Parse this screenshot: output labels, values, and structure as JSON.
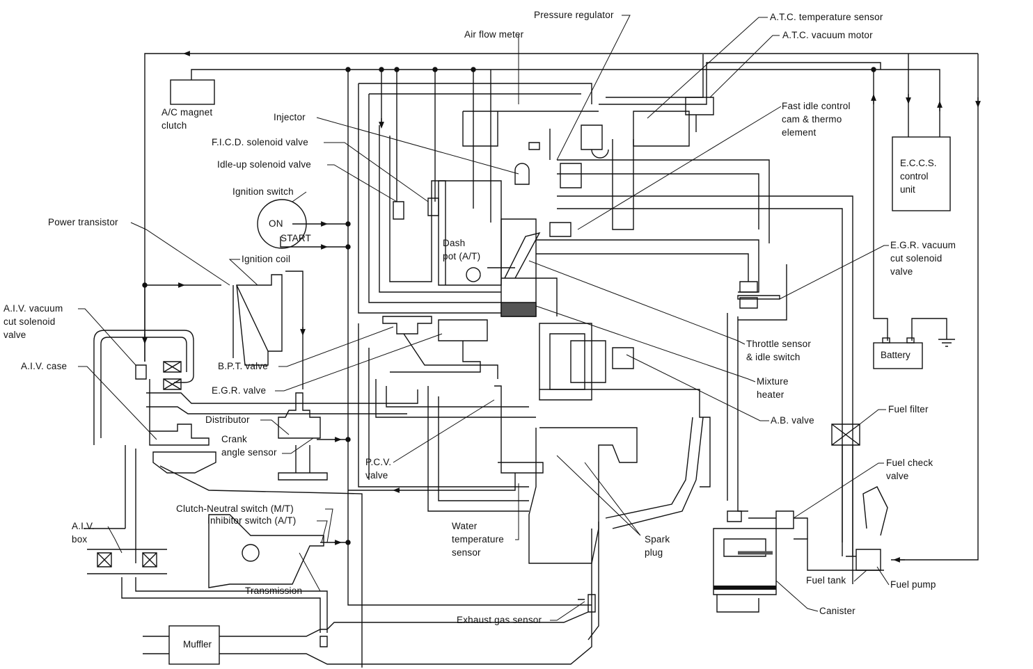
{
  "labels": {
    "pressure_regulator": "Pressure regulator",
    "atc_temperature_sensor": "A.T.C. temperature sensor",
    "atc_vacuum_motor": "A.T.C. vacuum motor",
    "air_flow_meter": "Air flow meter",
    "ac_magnet_clutch": "A/C magnet\nclutch",
    "injector": "Injector",
    "fast_idle_control": "Fast idle control\ncam & thermo\nelement",
    "ficd_solenoid_valve": "F.I.C.D. solenoid valve",
    "idle_up_solenoid_valve": "Idle-up solenoid valve",
    "eccs_control_unit": "E.C.C.S.\ncontrol\nunit",
    "ignition_switch": "Ignition switch",
    "switch_on": "ON",
    "switch_start": "START",
    "power_transistor": "Power transistor",
    "dash_pot": "Dash\npot (A/T)",
    "egr_vacuum_cut_solenoid_valve": "E.G.R. vacuum\ncut solenoid\nvalve",
    "ignition_coil": "Ignition coil",
    "aiv_vacuum_cut_solenoid_valve": "A.I.V. vacuum\ncut solenoid\nvalve",
    "throttle_sensor": "Throttle sensor\n& idle switch",
    "battery": "Battery",
    "aiv_case": "A.I.V. case",
    "bpt_valve": "B.P.T. valve",
    "mixture_heater": "Mixture\nheater",
    "egr_valve": "E.G.R. valve",
    "fuel_filter": "Fuel filter",
    "distributor": "Distributor",
    "ab_valve": "A.B. valve",
    "crank_angle_sensor": "Crank\nangle sensor",
    "fuel_check_valve": "Fuel check\nvalve",
    "pcv_valve": "P.C.V.\nvalve",
    "clutch_neutral_switch": "Clutch-Neutral switch (M/T)",
    "inhibitor_switch": "Inhibitor switch (A/T)",
    "aiv_box": "A.I.V.\nbox",
    "water_temperature_sensor": "Water\ntemperature\nsensor",
    "spark_plug": "Spark\nplug",
    "fuel_tank": "Fuel tank",
    "fuel_pump": "Fuel pump",
    "transmission": "Transmission",
    "canister": "Canister",
    "exhaust_gas_sensor": "Exhaust gas sensor",
    "muffler": "Muffler"
  }
}
